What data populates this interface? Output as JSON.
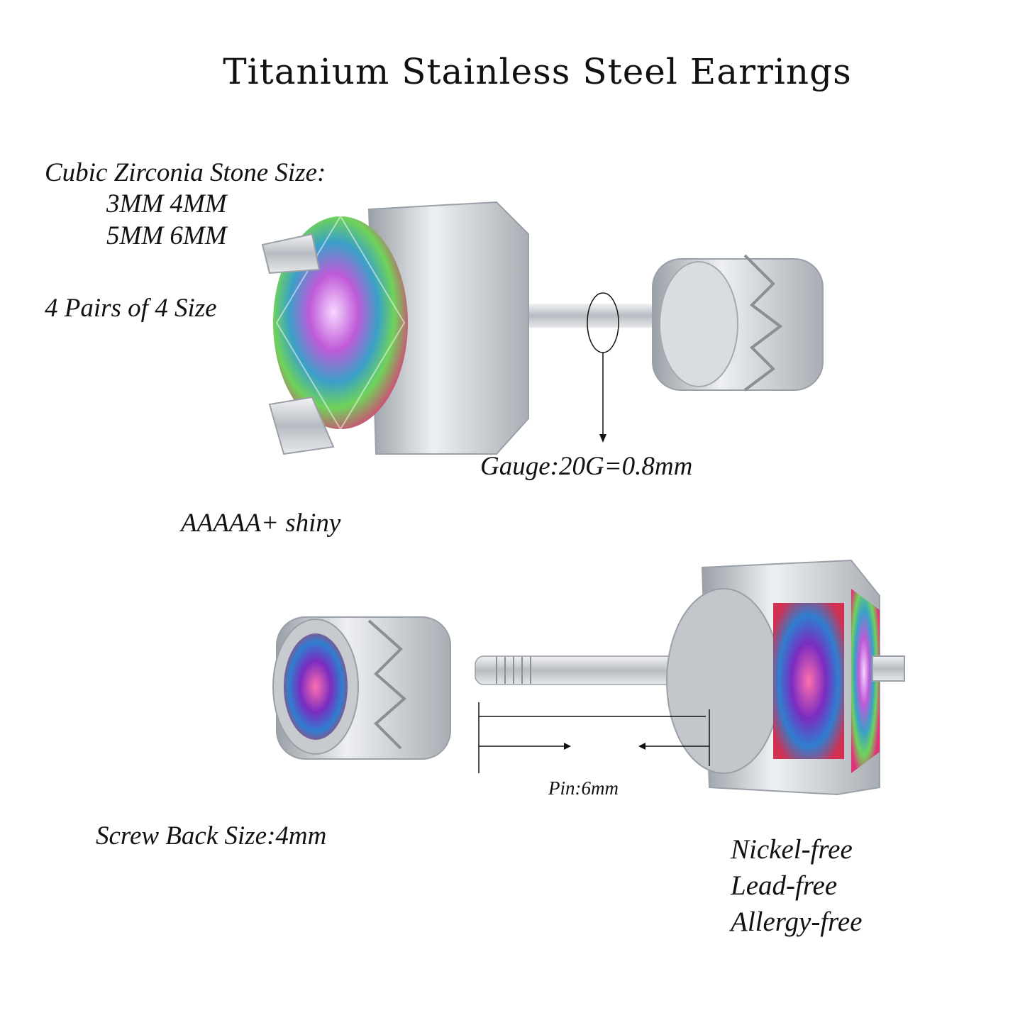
{
  "title": "Titanium Stainless Steel Earrings",
  "stone_size_label": "Cubic Zirconia Stone Size:",
  "stone_sizes_line1": "3MM 4MM",
  "stone_sizes_line2": "5MM 6MM",
  "pairs": "4 Pairs of 4 Size",
  "gauge": "Gauge:20G=0.8mm",
  "quality": "AAAAA+ shiny",
  "pin": "Pin:6mm",
  "screw_back": "Screw Back Size:4mm",
  "features": [
    "Nickel-free",
    "Lead-free",
    "Allergy-free"
  ],
  "colors": {
    "text": "#111111",
    "metal": "#c9cdd2",
    "metal_dark": "#8a8f96",
    "background": "#ffffff"
  }
}
